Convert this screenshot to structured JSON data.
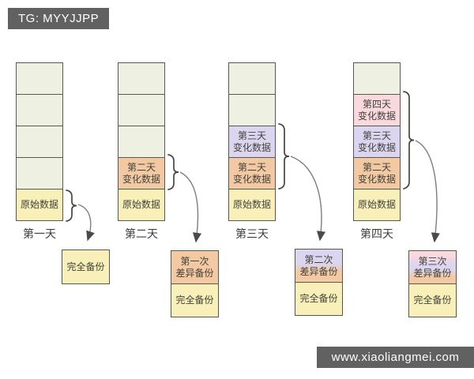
{
  "badge": {
    "text": "TG: MYYJJPP"
  },
  "watermark": {
    "text": "www.xiaoliangmei.com"
  },
  "colors": {
    "empty_cell": "#eef1e1",
    "original_data": "#f9efb9",
    "day2_changes": "#f2c9a3",
    "day3_changes": "#dbd5f0",
    "day4_changes": "#f9d8de",
    "border": "#585850",
    "banner_bg": "#616161"
  },
  "days": [
    {
      "label": "第一天",
      "stack": [
        "",
        "",
        "",
        "",
        "原始数据"
      ],
      "backup": [
        "完全备份"
      ]
    },
    {
      "label": "第二天",
      "stack": [
        "",
        "",
        "",
        "第二天\n变化数据",
        "原始数据"
      ],
      "backup": [
        "第一次\n差异备份",
        "完全备份"
      ]
    },
    {
      "label": "第三天",
      "stack": [
        "",
        "",
        "第三天\n变化数据",
        "第二天\n变化数据",
        "原始数据"
      ],
      "backup": [
        "第二次\n差异备份",
        "完全备份"
      ]
    },
    {
      "label": "第四天",
      "stack": [
        "",
        "第四天\n变化数据",
        "第三天\n变化数据",
        "第二天\n变化数据",
        "原始数据"
      ],
      "backup": [
        "第三次\n差异备份",
        "完全备份"
      ]
    }
  ]
}
